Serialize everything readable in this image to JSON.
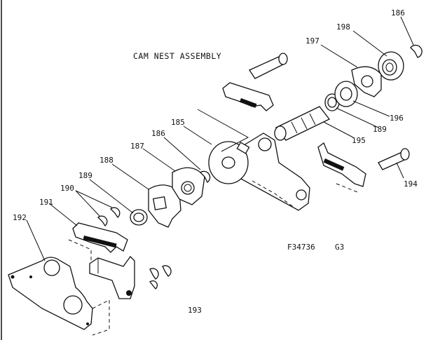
{
  "diagram": {
    "title": "CAM NEST ASSEMBLY",
    "figure_code": "F34736",
    "figure_suffix": "G3"
  },
  "callouts": [
    {
      "id": "c186a",
      "text": "186"
    },
    {
      "id": "c198",
      "text": "198"
    },
    {
      "id": "c197",
      "text": "197"
    },
    {
      "id": "c196",
      "text": "196"
    },
    {
      "id": "c189a",
      "text": "189"
    },
    {
      "id": "c195",
      "text": "195"
    },
    {
      "id": "c185",
      "text": "185"
    },
    {
      "id": "c186b",
      "text": "186"
    },
    {
      "id": "c187",
      "text": "187"
    },
    {
      "id": "c188",
      "text": "188"
    },
    {
      "id": "c189b",
      "text": "189"
    },
    {
      "id": "c190",
      "text": "190"
    },
    {
      "id": "c191",
      "text": "191"
    },
    {
      "id": "c192",
      "text": "192"
    },
    {
      "id": "c193",
      "text": "193"
    },
    {
      "id": "c194",
      "text": "194"
    }
  ]
}
